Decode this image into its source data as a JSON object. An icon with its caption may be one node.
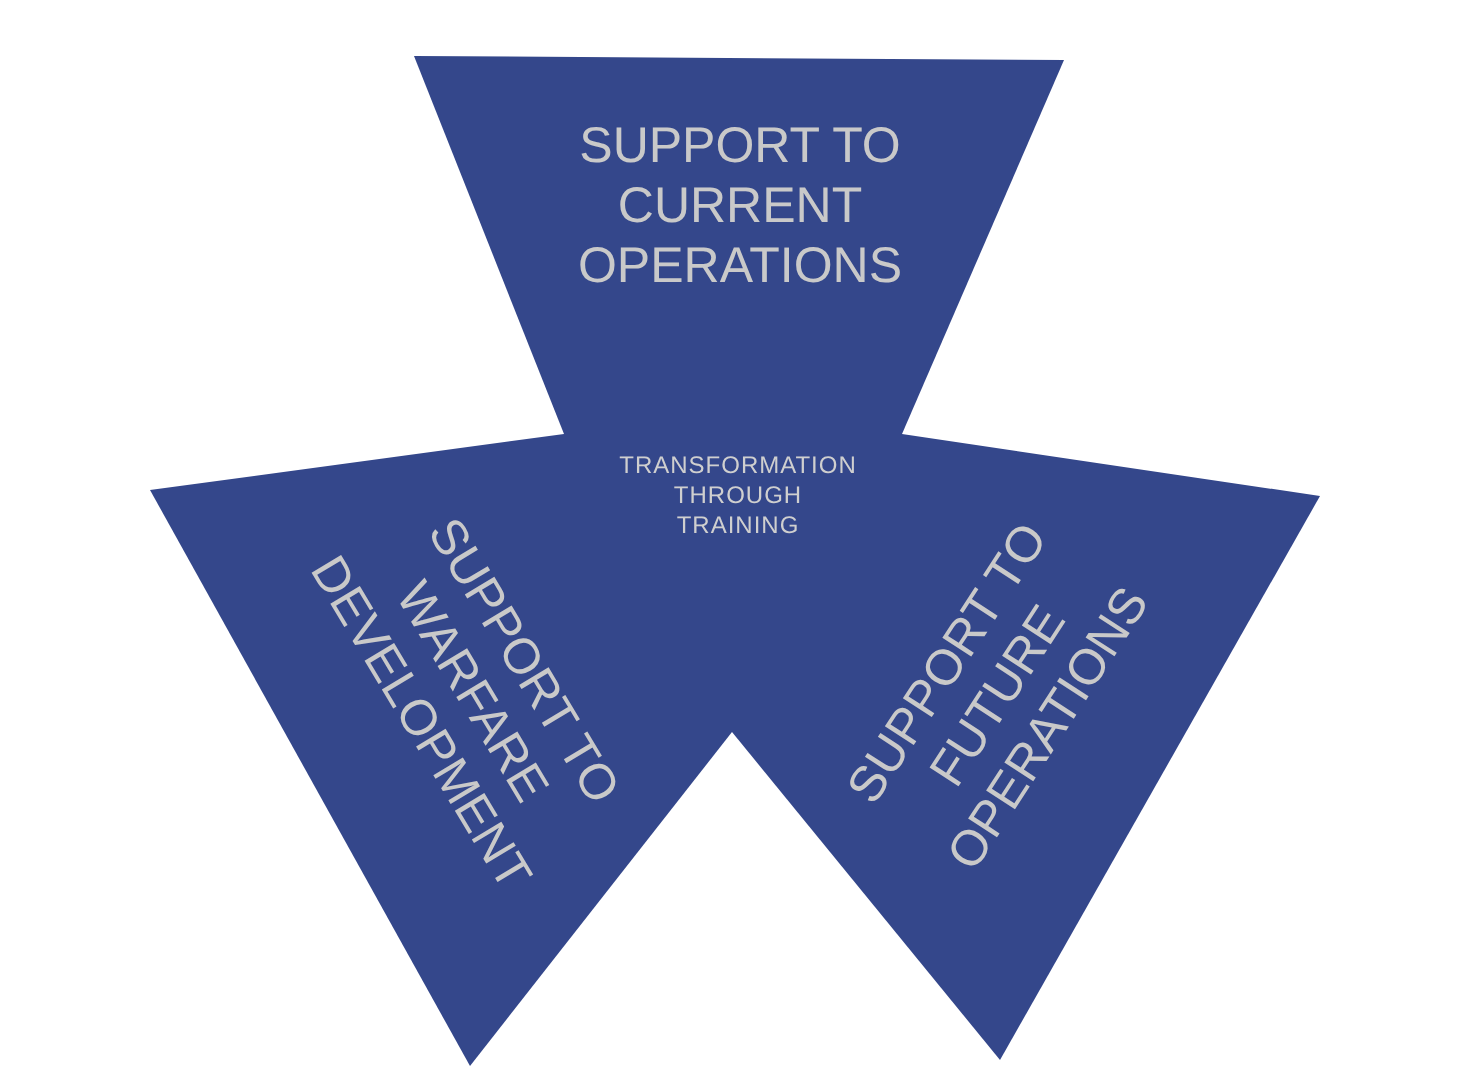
{
  "diagram": {
    "nodes": [
      {
        "text": [
          "SUPPORT TO CURRENT OPERATIONS"
        ]
      },
      {
        "text": [
          "SUPPORT TO WARFARE DEVELOPMENT"
        ]
      },
      {
        "text": [
          "SUPPORT TO FUTURE OPERATIONS"
        ]
      }
    ],
    "labels": [
      "TRANSFORMATION THROUGH TRAINING"
    ]
  }
}
